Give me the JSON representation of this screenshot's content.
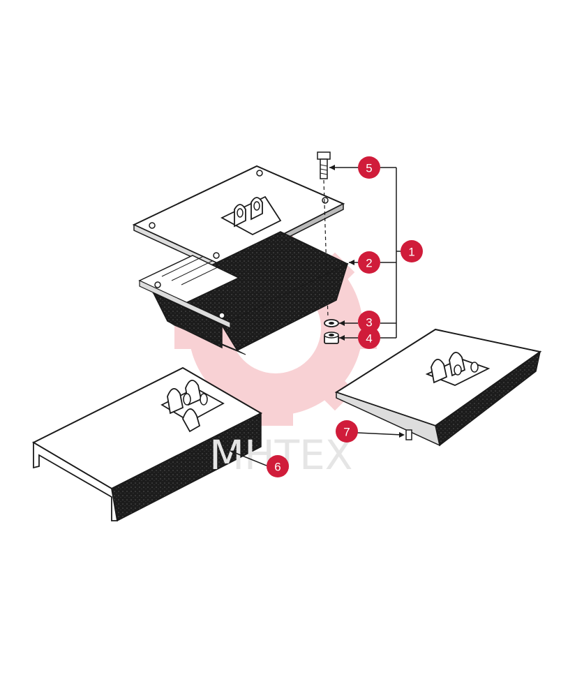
{
  "callouts": [
    {
      "id": "1",
      "label": "1"
    },
    {
      "id": "2",
      "label": "2"
    },
    {
      "id": "3",
      "label": "3"
    },
    {
      "id": "4",
      "label": "4"
    },
    {
      "id": "5",
      "label": "5"
    },
    {
      "id": "6",
      "label": "6"
    },
    {
      "id": "7",
      "label": "7"
    }
  ],
  "watermark": {
    "text": "MHTEX"
  },
  "colors": {
    "callout": "#d01c3a",
    "line": "#1a1a1a",
    "watermark_gear": "#f7c9cd"
  }
}
